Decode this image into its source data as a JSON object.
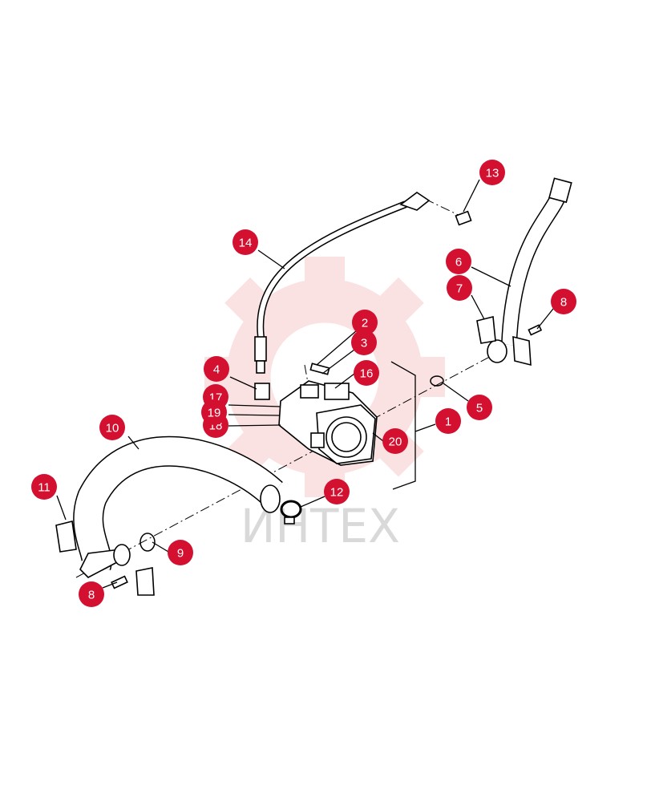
{
  "watermark": {
    "text": "ИНТЕХ",
    "color": "#f7c9cc"
  },
  "callout_color": "#d41030",
  "callouts": [
    "13",
    "14",
    "6",
    "7",
    "8",
    "2",
    "3",
    "16",
    "4",
    "17",
    "19",
    "18",
    "5",
    "1",
    "20",
    "10",
    "11",
    "12",
    "9",
    "8"
  ]
}
